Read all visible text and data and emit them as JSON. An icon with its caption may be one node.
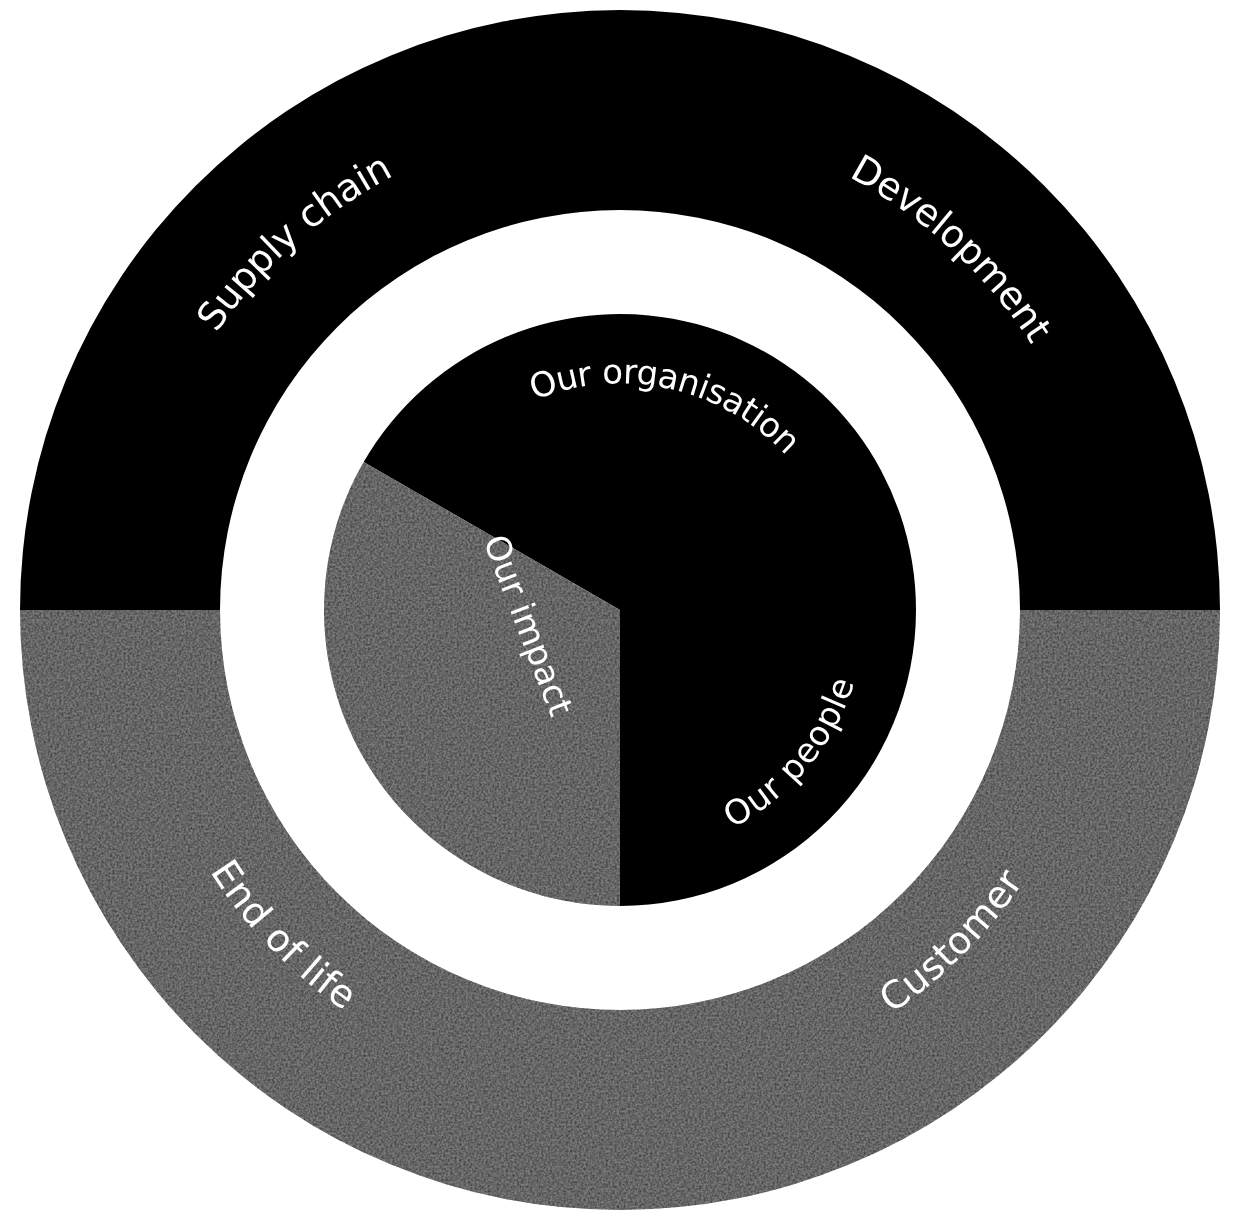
{
  "diagram": {
    "nodes": [
      {
        "text": [
          "Supply chain"
        ]
      },
      {
        "text": [
          "Development"
        ]
      },
      {
        "text": [
          "Customer"
        ]
      },
      {
        "text": [
          "End of life"
        ]
      },
      {
        "text": [
          "Our organisation"
        ]
      },
      {
        "text": [
          "Our people"
        ]
      },
      {
        "text": [
          "Our impact"
        ]
      }
    ]
  }
}
